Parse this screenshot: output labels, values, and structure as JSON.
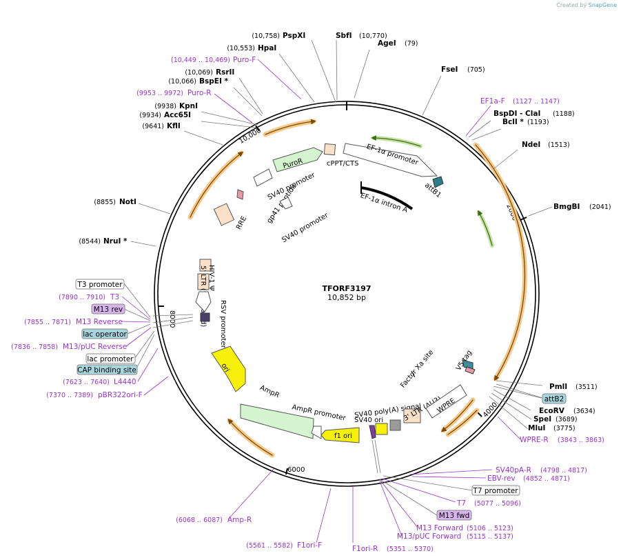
{
  "credit": {
    "prefix": "Created by",
    "brand": "SnapGene"
  },
  "plasmid": {
    "name": "TFORF3197",
    "size": "10,852 bp"
  },
  "ticks": [
    "2000",
    "4000",
    "6000",
    "8000",
    "10,000"
  ],
  "enzymes": [
    {
      "pos": "(10,758)",
      "name": "PspXI"
    },
    {
      "pos": "(10,770)",
      "name": "SbfI"
    },
    {
      "pos": "(79)",
      "name": "AgeI"
    },
    {
      "pos": "(10,553)",
      "name": "HpaI"
    },
    {
      "pos": "(705)",
      "name": "FseI"
    },
    {
      "pos": "(10,069)",
      "name": "RsrII"
    },
    {
      "pos": "(10,066)",
      "name": "BspEI *"
    },
    {
      "pos": "(9938)",
      "name": "KpnI"
    },
    {
      "pos": "(9934)",
      "name": "Acc65I"
    },
    {
      "pos": "(9641)",
      "name": "KflI"
    },
    {
      "pos": "(1188)",
      "name": "BspDI  -  ClaI"
    },
    {
      "pos": "(1193)",
      "name": "BclI *"
    },
    {
      "pos": "(1513)",
      "name": "NdeI"
    },
    {
      "pos": "(8855)",
      "name": "NotI"
    },
    {
      "pos": "(2041)",
      "name": "BmgBI"
    },
    {
      "pos": "(8544)",
      "name": "NruI *"
    },
    {
      "pos": "(3511)",
      "name": "PmlI"
    },
    {
      "pos": "(3634)",
      "name": "EcoRV"
    },
    {
      "pos": "(3689)",
      "name": "SpeI"
    },
    {
      "pos": "(3775)",
      "name": "MluI"
    }
  ],
  "primers": [
    {
      "pos": "(10,449 .. 10,469)",
      "name": "Puro-F"
    },
    {
      "pos": "(9953 .. 9972)",
      "name": "Puro-R"
    },
    {
      "pos": "(1127 .. 1147)",
      "name": "EF1a-F"
    },
    {
      "pos": "(7890 .. 7910)",
      "name": "T3"
    },
    {
      "pos": "(7855 .. 7871)",
      "name": "M13 Reverse"
    },
    {
      "pos": "(7836 .. 7858)",
      "name": "M13/pUC Reverse"
    },
    {
      "pos": "(7623 .. 7640)",
      "name": "L4440"
    },
    {
      "pos": "(7370 .. 7389)",
      "name": "pBR322ori-F"
    },
    {
      "pos": "(3843 .. 3863)",
      "name": "WPRE-R"
    },
    {
      "pos": "(4798 .. 4817)",
      "name": "SV40pA-R"
    },
    {
      "pos": "(4852 .. 4871)",
      "name": "EBV-rev"
    },
    {
      "pos": "(5077 .. 5096)",
      "name": "T7"
    },
    {
      "pos": "(5106 .. 5123)",
      "name": "M13 Forward"
    },
    {
      "pos": "(5115 .. 5137)",
      "name": "M13/pUC Forward"
    },
    {
      "pos": "(6068 .. 6087)",
      "name": "Amp-R"
    },
    {
      "pos": "(5561 .. 5582)",
      "name": "F1ori-F"
    },
    {
      "pos": "(5351 .. 5370)",
      "name": "F1ori-R"
    }
  ],
  "boxed": [
    "T3 promoter",
    "M13 rev",
    "lac operator",
    "lac promoter",
    "CAP binding site",
    "attB2",
    "T7 promoter",
    "M13 fwd"
  ],
  "features": [
    "PuroR",
    "SV40 promoter",
    "cPPT/CTS",
    "EF-1α promoter",
    "attB1",
    "EF-1α intron A",
    "gp41 peptide",
    "SV40 promoter",
    "RRE",
    "HIV-1 Ψ",
    "5' LTR (truncated)",
    "RSV promoter",
    "ori",
    "AmpR",
    "AmpR promoter",
    "f1 ori",
    "SV40 ori",
    "SV40 poly(A) signal",
    "3' LTR (ΔU3)",
    "WPRE",
    "V5 tag",
    "Factor Xa site"
  ],
  "colors": {
    "primer": "#9933cc",
    "orf": "#e8a33c",
    "green": "#7ac142",
    "backbone": "#000000"
  }
}
